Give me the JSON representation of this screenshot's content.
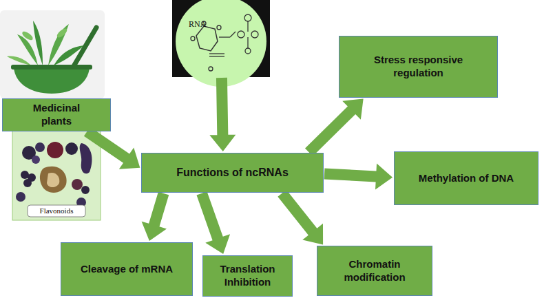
{
  "diagram": {
    "nodes": [
      {
        "text": [
          "Medicinal plants"
        ]
      },
      {
        "text": [
          "Flavonoids"
        ]
      },
      {
        "text": [
          "RNA"
        ]
      },
      {
        "text": [
          "Functions of ncRNAs"
        ]
      },
      {
        "text": [
          "Stress responsive regulation"
        ]
      },
      {
        "text": [
          "Methylation of DNA"
        ]
      },
      {
        "text": [
          "Cleavage of mRNA"
        ]
      },
      {
        "text": [
          "Translation Inhibition"
        ]
      },
      {
        "text": [
          "Chromatin modification"
        ]
      }
    ],
    "edges": [
      {
        "from": 0,
        "to": 3,
        "arrow": "to"
      },
      {
        "from": 2,
        "to": 3,
        "arrow": "to"
      },
      {
        "from": 3,
        "to": 4,
        "arrow": "to"
      },
      {
        "from": 3,
        "to": 5,
        "arrow": "to"
      },
      {
        "from": 3,
        "to": 6,
        "arrow": "to"
      },
      {
        "from": 3,
        "to": 7,
        "arrow": "to"
      },
      {
        "from": 3,
        "to": 8,
        "arrow": "to"
      }
    ]
  }
}
